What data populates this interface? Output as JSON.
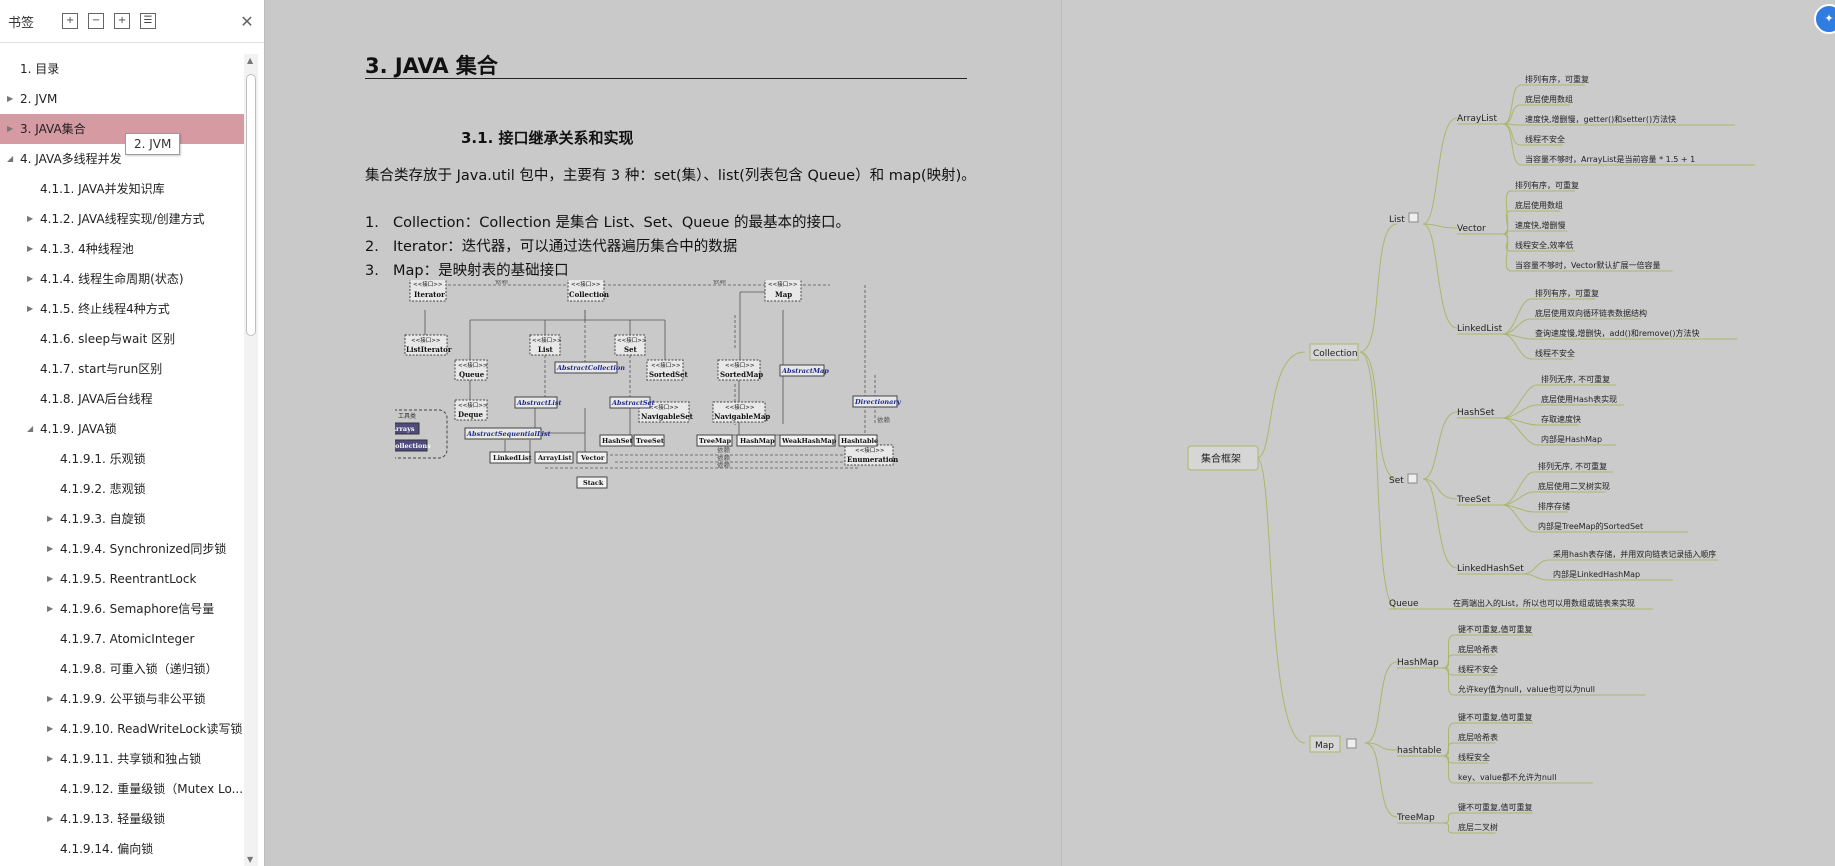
{
  "sidebar": {
    "title": "书签",
    "tooltip": "2. JVM",
    "items": [
      {
        "label": "1. 目录",
        "indent": 0,
        "arrow": ""
      },
      {
        "label": "2. JVM",
        "indent": 0,
        "arrow": "right"
      },
      {
        "label": "3. JAVA集合",
        "indent": 0,
        "arrow": "right",
        "selected": true
      },
      {
        "label": "4. JAVA多线程并发",
        "indent": 0,
        "arrow": "down"
      },
      {
        "label": "4.1.1. JAVA并发知识库",
        "indent": 1,
        "arrow": ""
      },
      {
        "label": "4.1.2. JAVA线程实现/创建方式",
        "indent": 1,
        "arrow": "right"
      },
      {
        "label": "4.1.3. 4种线程池",
        "indent": 1,
        "arrow": "right"
      },
      {
        "label": "4.1.4. 线程生命周期(状态)",
        "indent": 1,
        "arrow": "right"
      },
      {
        "label": "4.1.5. 终止线程4种方式",
        "indent": 1,
        "arrow": "right"
      },
      {
        "label": "4.1.6. sleep与wait 区别",
        "indent": 1,
        "arrow": ""
      },
      {
        "label": "4.1.7. start与run区别",
        "indent": 1,
        "arrow": ""
      },
      {
        "label": "4.1.8. JAVA后台线程",
        "indent": 1,
        "arrow": ""
      },
      {
        "label": "4.1.9. JAVA锁",
        "indent": 1,
        "arrow": "down"
      },
      {
        "label": "4.1.9.1. 乐观锁",
        "indent": 2,
        "arrow": ""
      },
      {
        "label": "4.1.9.2. 悲观锁",
        "indent": 2,
        "arrow": ""
      },
      {
        "label": "4.1.9.3. 自旋锁",
        "indent": 2,
        "arrow": "right"
      },
      {
        "label": "4.1.9.4. Synchronized同步锁",
        "indent": 2,
        "arrow": "right"
      },
      {
        "label": "4.1.9.5. ReentrantLock",
        "indent": 2,
        "arrow": "right"
      },
      {
        "label": "4.1.9.6. Semaphore信号量",
        "indent": 2,
        "arrow": "right"
      },
      {
        "label": "4.1.9.7. AtomicInteger",
        "indent": 2,
        "arrow": ""
      },
      {
        "label": "4.1.9.8. 可重入锁（递归锁）",
        "indent": 2,
        "arrow": ""
      },
      {
        "label": "4.1.9.9. 公平锁与非公平锁",
        "indent": 2,
        "arrow": "right"
      },
      {
        "label": "4.1.9.10. ReadWriteLock读写锁",
        "indent": 2,
        "arrow": "right"
      },
      {
        "label": "4.1.9.11. 共享锁和独占锁",
        "indent": 2,
        "arrow": "right"
      },
      {
        "label": "4.1.9.12. 重量级锁（Mutex Lo...",
        "indent": 2,
        "arrow": ""
      },
      {
        "label": "4.1.9.13. 轻量级锁",
        "indent": 2,
        "arrow": "right"
      },
      {
        "label": "4.1.9.14. 偏向锁",
        "indent": 2,
        "arrow": ""
      }
    ]
  },
  "doc": {
    "h1": "3. JAVA 集合",
    "h2": "3.1. 接口继承关系和实现",
    "intro": "集合类存放于 Java.util 包中，主要有 3 种：set(集）、list(列表包含 Queue）和 map(映射)。",
    "list": [
      {
        "num": "1.",
        "text": "Collection：Collection 是集合 List、Set、Queue 的最基本的接口。"
      },
      {
        "num": "2.",
        "text": "Iterator：迭代器，可以通过迭代器遍历集合中的数据"
      },
      {
        "num": "3.",
        "text": "Map：是映射表的基础接口"
      }
    ]
  },
  "uml": {
    "tag": "<<接口>>",
    "dep": "依赖",
    "tools_title": "工具类",
    "iface": [
      "Iterator",
      "Collection",
      "Map",
      "ListIterator",
      "List",
      "Set",
      "Queue",
      "SortedSet",
      "SortedMap",
      "Deque",
      "NavigableSet",
      "NavigableMap",
      "Enumeration"
    ],
    "abstract": [
      "AbstractCollection",
      "AbstractMap",
      "AbstractList",
      "AbstractSet",
      "AbstractSequentialList",
      "Directionary"
    ],
    "classes": [
      "LinkedList",
      "ArrayList",
      "Vector",
      "Stack",
      "HashSet",
      "TreeSet",
      "TreeMap",
      "HashMap",
      "WeakHashMap",
      "Hashtable"
    ],
    "tools": [
      "Arrays",
      "Collections"
    ]
  },
  "mindmap": {
    "root": "集合框架",
    "collection": "Collection",
    "map": "Map",
    "list": "List",
    "set": "Set",
    "queue": "Queue",
    "queue_note": "在两端出入的List，所以也可以用数组或链表来实现",
    "arraylist": {
      "name": "ArrayList",
      "items": [
        "排列有序，可重复",
        "底层使用数组",
        "速度快,增删慢，getter()和setter()方法快",
        "线程不安全",
        "当容量不够时，ArrayList是当前容量 * 1.5 + 1"
      ]
    },
    "vector": {
      "name": "Vector",
      "items": [
        "排列有序，可重复",
        "底层使用数组",
        "速度快,增删慢",
        "线程安全,效率低",
        "当容量不够时，Vector默认扩展一倍容量"
      ]
    },
    "linkedlist": {
      "name": "LinkedList",
      "items": [
        "排列有序，可重复",
        "底层使用双向循环链表数据结构",
        "查询速度慢,增删快，add()和remove()方法快",
        "线程不安全"
      ]
    },
    "hashset": {
      "name": "HashSet",
      "items": [
        "排列无序, 不可重复",
        "底层使用Hash表实现",
        "存取速度快",
        "内部是HashMap"
      ]
    },
    "treeset": {
      "name": "TreeSet",
      "items": [
        "排列无序, 不可重复",
        "底层使用二叉树实现",
        "排序存储",
        "内部是TreeMap的SortedSet"
      ]
    },
    "linkedhashset": {
      "name": "LinkedHashSet",
      "items": [
        "采用hash表存储，并用双向链表记录插入顺序",
        "内部是LinkedHashMap"
      ]
    },
    "hashmap": {
      "name": "HashMap",
      "items": [
        "键不可重复,值可重复",
        "底层哈希表",
        "线程不安全",
        "允许key值为null，value也可以为null"
      ]
    },
    "hashtable": {
      "name": "hashtable",
      "items": [
        "键不可重复,值可重复",
        "底层哈希表",
        "线程安全",
        "key、value都不允许为null"
      ]
    },
    "treemap": {
      "name": "TreeMap",
      "items": [
        "键不可重复,值可重复",
        "底层二叉树"
      ]
    }
  }
}
